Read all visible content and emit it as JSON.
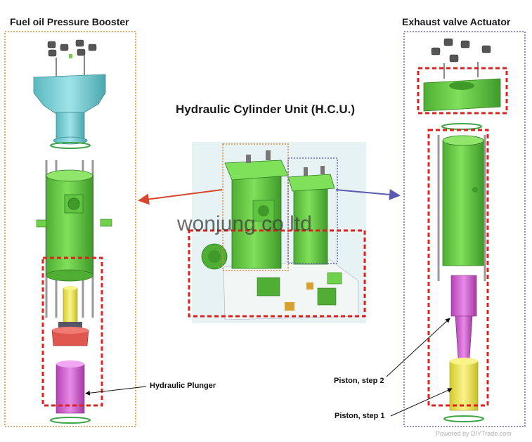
{
  "titles": {
    "left": "Fuel oil Pressure Booster",
    "right": "Exhaust valve Actuator",
    "center": "Hydraulic Cylinder Unit (H.C.U.)"
  },
  "labels": {
    "hydraulic_plunger": "Hydraulic Plunger",
    "piston_step2": "Piston, step 2",
    "piston_step1": "Piston, step 1"
  },
  "watermark": "wonjung co ltd",
  "footer": "Powered by DIYTrade.com",
  "colors": {
    "green": "#6fd24a",
    "green_dark": "#3f9a2a",
    "cyan": "#7fd3d8",
    "red_dash": "#e0201b",
    "orange_border": "#e08a3a",
    "blue_border": "#6a6ab8",
    "yellow": "#f1e84a",
    "magenta": "#d65bd6",
    "red_part": "#e0574f"
  }
}
